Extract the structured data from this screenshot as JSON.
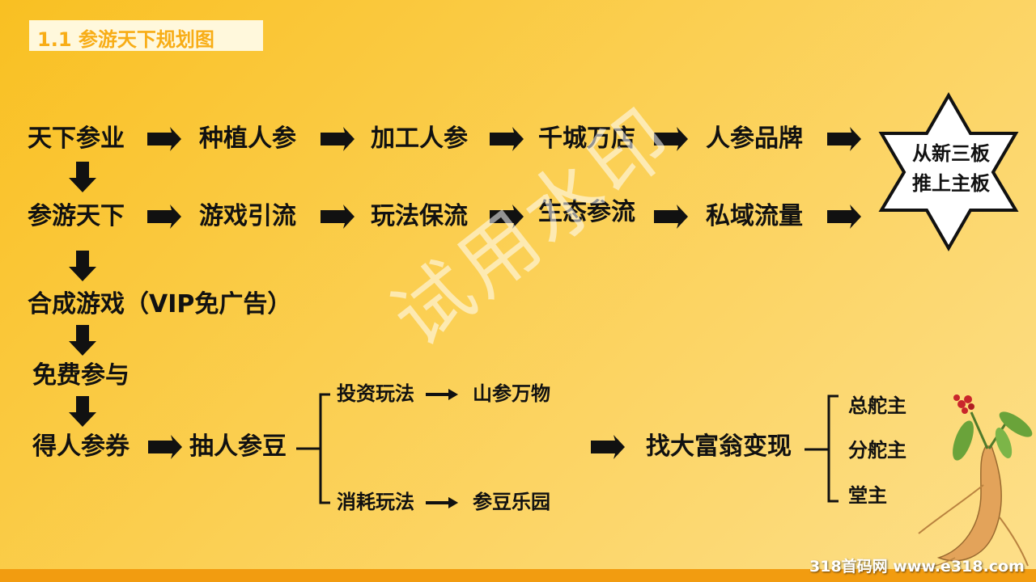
{
  "title": "1.1 参游天下规划图",
  "row1": [
    "天下参业",
    "种植人参",
    "加工人参",
    "千城万店",
    "人参品牌"
  ],
  "row2": [
    "参游天下",
    "游戏引流",
    "玩法保流",
    "生态参流",
    "私域流量"
  ],
  "star": {
    "line1": "从新三板",
    "line2": "推上主板"
  },
  "chain": [
    "合成游戏（VIP免广告）",
    "免费参与",
    "得人参券"
  ],
  "bottom": {
    "node": "抽人参豆",
    "branch_top": "投资玩法",
    "branch_top_target": "山参万物",
    "branch_bottom": "消耗玩法",
    "branch_bottom_target": "参豆乐园",
    "result": "找大富翁变现",
    "levels": [
      "总舵主",
      "分舵主",
      "堂主"
    ]
  },
  "watermark": "试用水印",
  "footer_watermark": "318首码网 www.e318.com",
  "colors": {
    "background": "#fbcf52",
    "title": "#f8ad16",
    "bar": "#f29c10"
  }
}
